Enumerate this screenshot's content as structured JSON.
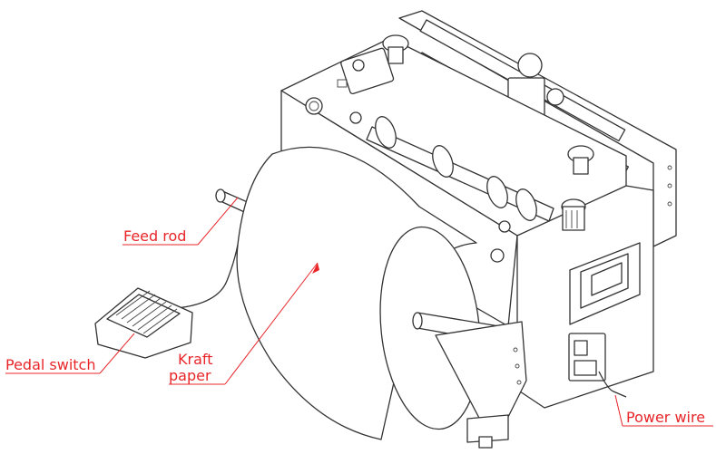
{
  "labels": {
    "feed_rod": "Feed rod",
    "pedal_switch": "Pedal switch",
    "kraft_paper_line1": "Kraft",
    "kraft_paper_line2": "paper",
    "power_wire": "Power wire"
  },
  "colors": {
    "label": "#e8262a",
    "line_art": "#333333",
    "background": "#ffffff"
  }
}
